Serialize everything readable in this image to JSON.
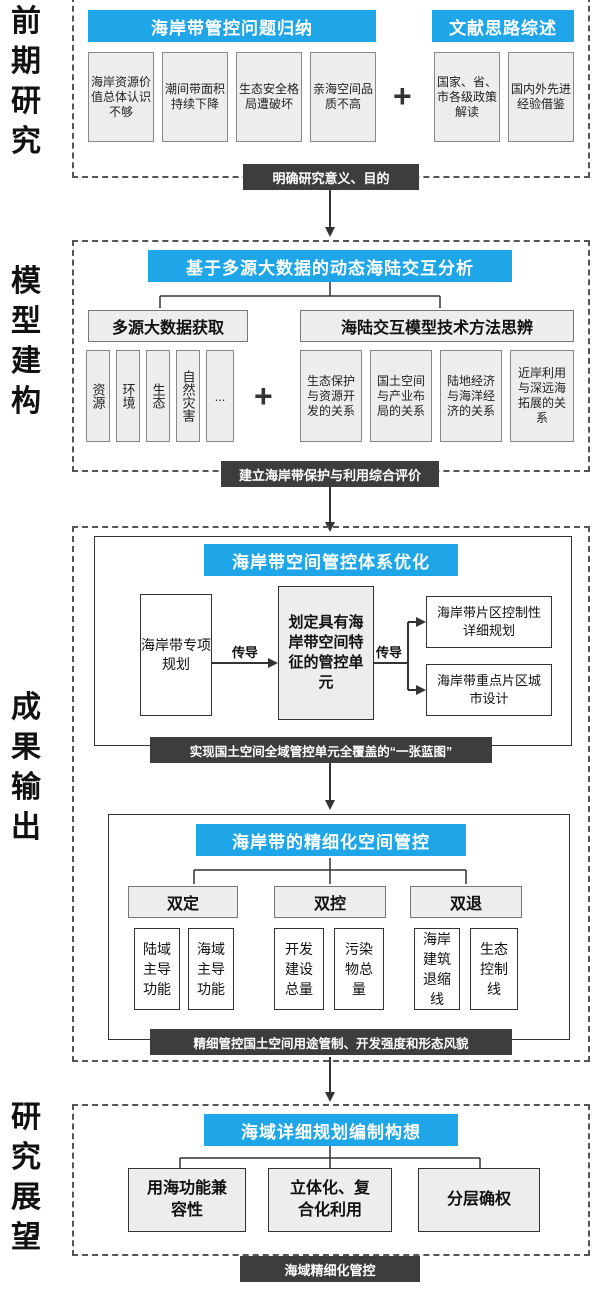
{
  "stages": [
    "前期研究",
    "模型建构",
    "成果输出",
    "研究展望"
  ],
  "s1": {
    "title": "海岸带管控问题归纳",
    "items": [
      "海岸资源价值总体认识不够",
      "潮间带面积持续下降",
      "生态安全格局遭破坏",
      "亲海空间品质不高"
    ],
    "plus": "+",
    "title2": "文献思路综述",
    "items2": [
      "国家、省、市各级政策解读",
      "国内外先进经验借鉴"
    ],
    "footer": "明确研究意义、目的"
  },
  "s2": {
    "title": "基于多源大数据的动态海陆交互分析",
    "left_head": "多源大数据获取",
    "left_items": [
      "资源",
      "环境",
      "生态",
      "自然灾害",
      "..."
    ],
    "plus": "+",
    "right_head": "海陆交互模型技术方法思辨",
    "right_items": [
      "生态保护与资源开发的关系",
      "国土空间与产业布局的关系",
      "陆地经济与海洋经济的关系",
      "近岸利用与深远海拓展的关系"
    ],
    "footer": "建立海岸带保护与利用综合评价"
  },
  "s3a": {
    "title": "海岸带空间管控体系优化",
    "left": "海岸带专项规划",
    "arrow1": "传导",
    "center": "划定具有海岸带空间特征的管控单元",
    "arrow2": "传导",
    "right_items": [
      "海岸带片区控制性详细规划",
      "海岸带重点片区城市设计"
    ],
    "footer": "实现国土空间全域管控单元全覆盖的“一张蓝图”"
  },
  "s3b": {
    "title": "海岸带的精细化空间管控",
    "groups": [
      {
        "head": "双定",
        "items": [
          "陆域主导功能",
          "海域主导功能"
        ]
      },
      {
        "head": "双控",
        "items": [
          "开发建设总量",
          "污染物总量"
        ]
      },
      {
        "head": "双退",
        "items": [
          "海岸建筑退缩线",
          "生态控制线"
        ]
      }
    ],
    "footer": "精细管控国土空间用途管制、开发强度和形态风貌"
  },
  "s4": {
    "title": "海域详细规划编制构想",
    "items": [
      "用海功能兼容性",
      "立体化、复合化利用",
      "分层确权"
    ],
    "footer": "海域精细化管控"
  }
}
